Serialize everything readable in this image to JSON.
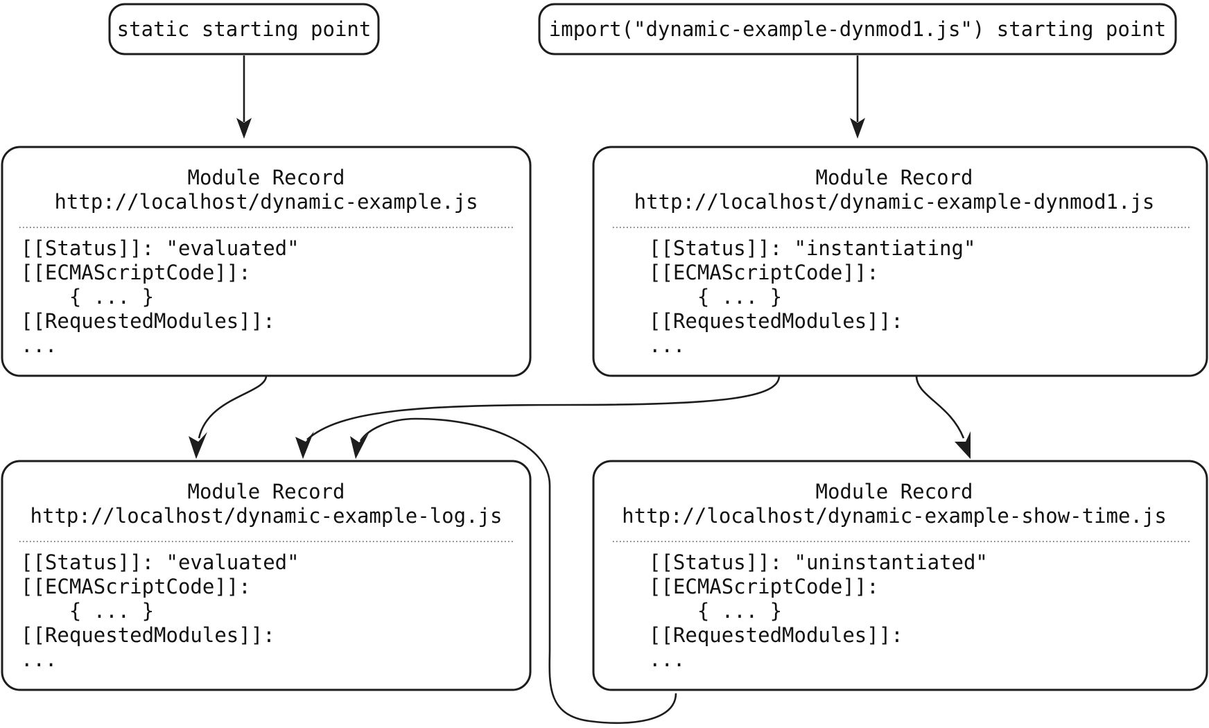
{
  "diagram": {
    "title": "JavaScript module record graph for dynamic import example",
    "type": "flow-diagram",
    "colors": {
      "stroke": "#1d1d1d",
      "background": "#ffffff",
      "separator": "#555555",
      "text": "#111111"
    },
    "entry_points": [
      {
        "id": "static-entry",
        "label": "static starting point"
      },
      {
        "id": "dynamic-entry",
        "label": "import(\"dynamic-example-dynmod1.js\") starting point"
      }
    ],
    "module_records": [
      {
        "id": "mod-example",
        "heading": "Module Record",
        "url": "http://localhost/dynamic-example.js",
        "fields": [
          "[[Status]]: \"evaluated\"",
          "[[ECMAScriptCode]]:",
          "    { ... }",
          "[[RequestedModules]]:",
          "..."
        ]
      },
      {
        "id": "mod-dynmod1",
        "heading": "Module Record",
        "url": "http://localhost/dynamic-example-dynmod1.js",
        "fields": [
          "[[Status]]: \"instantiating\"",
          "[[ECMAScriptCode]]:",
          "    { ... }",
          "[[RequestedModules]]:",
          "..."
        ]
      },
      {
        "id": "mod-log",
        "heading": "Module Record",
        "url": "http://localhost/dynamic-example-log.js",
        "fields": [
          "[[Status]]: \"evaluated\"",
          "[[ECMAScriptCode]]:",
          "    { ... }",
          "[[RequestedModules]]:",
          "..."
        ]
      },
      {
        "id": "mod-show-time",
        "heading": "Module Record",
        "url": "http://localhost/dynamic-example-show-time.js",
        "fields": [
          "[[Status]]: \"uninstantiated\"",
          "[[ECMAScriptCode]]:",
          "    { ... }",
          "[[RequestedModules]]:",
          "..."
        ]
      }
    ],
    "edges": [
      {
        "id": "edge-static-to-example",
        "from": "static-entry",
        "to": "mod-example"
      },
      {
        "id": "edge-dynamic-to-dynmod1",
        "from": "dynamic-entry",
        "to": "mod-dynmod1"
      },
      {
        "id": "edge-example-to-log",
        "from": "mod-example",
        "to": "mod-log"
      },
      {
        "id": "edge-dynmod1-to-log",
        "from": "mod-dynmod1",
        "to": "mod-log"
      },
      {
        "id": "edge-dynmod1-to-show-time",
        "from": "mod-dynmod1",
        "to": "mod-show-time"
      },
      {
        "id": "edge-show-time-to-log",
        "from": "mod-show-time",
        "to": "mod-log"
      }
    ]
  }
}
